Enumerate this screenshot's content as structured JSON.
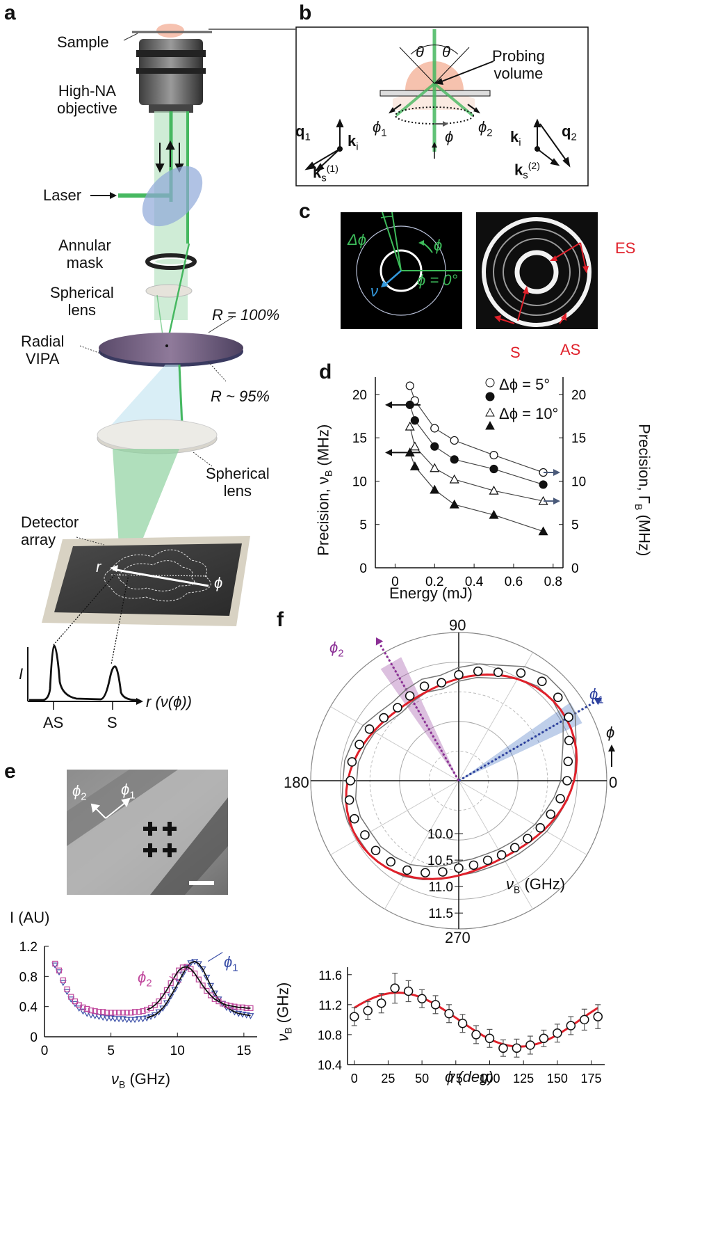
{
  "panels": {
    "a": {
      "letter": "a",
      "labels": {
        "sample": "Sample",
        "objective": "High-NA\nobjective",
        "laser": "Laser",
        "annular_mask": "Annular\nmask",
        "spherical_lens_1": "Spherical\nlens",
        "radial_vipa": "Radial\nVIPA",
        "r100": "R = 100%",
        "r95": "R ~ 95%",
        "spherical_lens_2": "Spherical\nlens",
        "detector_array": "Detector\narray",
        "r": "r",
        "phi": "ϕ",
        "intensity_axis": "I",
        "r_axis": "r (ν(ϕ))",
        "as_peak": "AS",
        "s_peak": "S"
      }
    },
    "b": {
      "letter": "b",
      "labels": {
        "theta_left": "θ",
        "theta_right": "θ",
        "probing_volume": "Probing\nvolume",
        "q1": "q",
        "q1_sub": "1",
        "ki_left": "k",
        "ki_left_sub": "i",
        "ks1": "k",
        "ks1_sub": "s",
        "ks1_sup": "(1)",
        "phi1": "ϕ",
        "phi1_sub": "1",
        "phi": "ϕ",
        "phi2": "ϕ",
        "phi2_sub": "2",
        "ki_right": "k",
        "ki_right_sub": "i",
        "q2": "q",
        "q2_sub": "2",
        "ks2": "k",
        "ks2_sub": "s",
        "ks2_sup": "(2)"
      }
    },
    "c": {
      "letter": "c",
      "labels": {
        "delta_phi": "Δϕ",
        "phi": "ϕ",
        "phi_zero": "ϕ = 0°",
        "nu": "ν",
        "es": "ES",
        "s": "S",
        "as": "AS"
      },
      "colors": {
        "green": "#3dbb5a",
        "blue": "#3399dd",
        "red": "#e0202a"
      }
    },
    "d": {
      "letter": "d",
      "labels": {
        "y_left": "Precision, ν",
        "y_left_sub": "B",
        "y_left_unit": " (MHz)",
        "y_right": "Precision, Γ",
        "y_right_sub": "B",
        "y_right_unit": " (MHz)",
        "x_axis": "Energy (mJ)",
        "legend_5": "Δϕ = 5°",
        "legend_10": "Δϕ = 10°"
      }
    },
    "e": {
      "letter": "e",
      "labels": {
        "phi2": "ϕ",
        "phi2_sub": "2",
        "phi1": "ϕ",
        "phi1_sub": "1",
        "y_axis": "I (AU)",
        "x_axis": "ν",
        "x_axis_sub": "B",
        "x_axis_unit": " (GHz)",
        "phi1_curve": "ϕ",
        "phi1_curve_sub": "1",
        "phi2_curve": "ϕ",
        "phi2_curve_sub": "2"
      },
      "colors": {
        "phi1": "#3b4fa8",
        "phi2": "#c0479c",
        "fit": "#111111"
      }
    },
    "f": {
      "letter": "f",
      "labels": {
        "angle_90": "90",
        "angle_180": "180",
        "angle_0": "0",
        "angle_270": "270",
        "phi1": "ϕ",
        "phi1_sub": "1",
        "phi2": "ϕ",
        "phi2_sub": "2",
        "phi_arrow": "ϕ",
        "radial_unit": "ν",
        "radial_unit_sub": "B",
        "radial_unit_text": " (GHz)",
        "bottom_y": "ν",
        "bottom_y_sub": "B",
        "bottom_y_unit": " (GHz)",
        "bottom_x": "ϕ (deg)"
      },
      "colors": {
        "fit": "#e0202a",
        "phi1": "#2b3f9e",
        "phi2": "#8b2f95"
      }
    }
  },
  "chart_data": [
    {
      "id": "d",
      "type": "line",
      "xlabel": "Energy (mJ)",
      "ylabel": "Precision, νB (MHz)",
      "ylabel_right": "Precision, ΓB (MHz)",
      "xlim": [
        -0.1,
        0.85
      ],
      "ylim": [
        0,
        22
      ],
      "x_ticks": [
        0,
        0.2,
        0.4,
        0.6,
        0.8
      ],
      "x_tick_labels": [
        "0",
        "0.2",
        "0.4",
        "0.6",
        "0.8"
      ],
      "y_ticks": [
        0,
        5,
        10,
        15,
        20
      ],
      "y_tick_labels": [
        "0",
        "5",
        "10",
        "15",
        "20"
      ],
      "series": [
        {
          "name": "Δϕ = 5°",
          "axis": "right",
          "marker": "circle-open",
          "x": [
            0.075,
            0.1,
            0.2,
            0.3,
            0.5,
            0.75
          ],
          "values": [
            21.0,
            19.3,
            16.1,
            14.7,
            13.0,
            11.0
          ]
        },
        {
          "name": "Δϕ = 5°",
          "axis": "left",
          "marker": "circle-filled",
          "x": [
            0.075,
            0.1,
            0.2,
            0.3,
            0.5,
            0.75
          ],
          "values": [
            18.8,
            17.0,
            14.0,
            12.5,
            11.4,
            9.6
          ]
        },
        {
          "name": "Δϕ = 10°",
          "axis": "right",
          "marker": "triangle-open",
          "x": [
            0.075,
            0.1,
            0.2,
            0.3,
            0.5,
            0.75
          ],
          "values": [
            16.3,
            14.0,
            11.5,
            10.2,
            8.9,
            7.7
          ]
        },
        {
          "name": "Δϕ = 10°",
          "axis": "left",
          "marker": "triangle-filled",
          "x": [
            0.075,
            0.1,
            0.2,
            0.3,
            0.5,
            0.75
          ],
          "values": [
            13.3,
            11.7,
            9.0,
            7.3,
            6.1,
            4.2
          ]
        }
      ],
      "legend": "top-right",
      "grid": false
    },
    {
      "id": "e",
      "type": "scatter",
      "xlabel": "νB (GHz)",
      "ylabel": "I (AU)",
      "xlim": [
        0,
        16
      ],
      "ylim": [
        0,
        1.2
      ],
      "x_ticks": [
        0,
        5,
        10,
        15
      ],
      "x_tick_labels": [
        "0",
        "5",
        "10",
        "15"
      ],
      "y_ticks": [
        0,
        0.4,
        0.8,
        1.2
      ],
      "y_tick_labels": [
        "0",
        "0.4",
        "0.8",
        "1.2"
      ],
      "series": [
        {
          "name": "ϕ1",
          "marker": "triangle-down-open",
          "color": "#3b4fa8",
          "x": [
            0.8,
            1.1,
            1.4,
            1.7,
            2.0,
            2.3,
            2.6,
            2.9,
            3.2,
            3.5,
            3.8,
            4.1,
            4.4,
            4.7,
            5.0,
            5.3,
            5.6,
            5.9,
            6.2,
            6.5,
            6.8,
            7.1,
            7.4,
            7.7,
            8.0,
            8.3,
            8.6,
            8.9,
            9.2,
            9.5,
            9.8,
            10.1,
            10.4,
            10.7,
            11.0,
            11.3,
            11.6,
            11.9,
            12.2,
            12.5,
            12.8,
            13.1,
            13.4,
            13.7,
            14.0,
            14.3,
            14.6,
            14.9,
            15.2,
            15.5
          ],
          "values": [
            0.95,
            0.86,
            0.72,
            0.6,
            0.5,
            0.44,
            0.38,
            0.34,
            0.31,
            0.29,
            0.28,
            0.27,
            0.26,
            0.25,
            0.25,
            0.24,
            0.24,
            0.24,
            0.23,
            0.23,
            0.23,
            0.24,
            0.24,
            0.25,
            0.27,
            0.29,
            0.33,
            0.38,
            0.45,
            0.54,
            0.63,
            0.73,
            0.83,
            0.92,
            0.98,
            1.0,
            0.97,
            0.9,
            0.79,
            0.68,
            0.58,
            0.5,
            0.44,
            0.39,
            0.36,
            0.33,
            0.31,
            0.3,
            0.29,
            0.28
          ]
        },
        {
          "name": "ϕ2",
          "marker": "square-open",
          "color": "#c0479c",
          "x": [
            0.8,
            1.1,
            1.4,
            1.7,
            2.0,
            2.3,
            2.6,
            2.9,
            3.2,
            3.5,
            3.8,
            4.1,
            4.4,
            4.7,
            5.0,
            5.3,
            5.6,
            5.9,
            6.2,
            6.5,
            6.8,
            7.1,
            7.4,
            7.7,
            8.0,
            8.3,
            8.6,
            8.9,
            9.2,
            9.5,
            9.8,
            10.1,
            10.4,
            10.7,
            11.0,
            11.3,
            11.6,
            11.9,
            12.2,
            12.5,
            12.8,
            13.1,
            13.4,
            13.7,
            14.0,
            14.3,
            14.6,
            14.9,
            15.2,
            15.5
          ],
          "values": [
            0.97,
            0.88,
            0.75,
            0.63,
            0.53,
            0.47,
            0.42,
            0.39,
            0.37,
            0.35,
            0.34,
            0.33,
            0.33,
            0.32,
            0.32,
            0.32,
            0.32,
            0.32,
            0.32,
            0.32,
            0.33,
            0.33,
            0.34,
            0.36,
            0.38,
            0.42,
            0.47,
            0.54,
            0.62,
            0.71,
            0.8,
            0.88,
            0.92,
            0.93,
            0.9,
            0.84,
            0.76,
            0.68,
            0.61,
            0.55,
            0.5,
            0.47,
            0.44,
            0.42,
            0.41,
            0.4,
            0.39,
            0.39,
            0.38,
            0.38
          ]
        }
      ],
      "grid": false
    },
    {
      "id": "f-polar",
      "type": "scatter",
      "projection": "polar",
      "radial_label": "νB (GHz)",
      "angle_ticks": [
        0,
        90,
        180,
        270
      ],
      "radial_ticks": [
        10.0,
        10.5,
        11.0,
        11.5
      ],
      "radial_tick_labels": [
        "10.0",
        "10.5",
        "11.0",
        "11.5"
      ],
      "series": [
        {
          "name": "data",
          "marker": "circle-open",
          "x": [
            0,
            10,
            20,
            30,
            40,
            50,
            60,
            70,
            80,
            90,
            100,
            110,
            120,
            130,
            140,
            150,
            160,
            170,
            180,
            190,
            200,
            210,
            220,
            230,
            240,
            250,
            260,
            270,
            280,
            290,
            300,
            310,
            320,
            330,
            340,
            350
          ],
          "values": [
            11.05,
            11.1,
            11.22,
            11.4,
            11.45,
            11.45,
            11.35,
            11.18,
            11.1,
            11.0,
            10.88,
            10.9,
            10.85,
            10.8,
            10.85,
            10.95,
            11.0,
            11.05,
            11.05,
            11.1,
            11.1,
            11.05,
            11.05,
            11.0,
            10.95,
            10.85,
            10.75,
            10.65,
            10.62,
            10.6,
            10.62,
            10.65,
            10.7,
            10.78,
            10.85,
            10.95
          ]
        }
      ],
      "phi1_deg": 30,
      "phi2_deg": 120
    },
    {
      "id": "f-linear",
      "type": "scatter",
      "xlabel": "ϕ (deg)",
      "ylabel": "νB (GHz)",
      "xlim": [
        -5,
        185
      ],
      "ylim": [
        10.4,
        11.7
      ],
      "x_ticks": [
        0,
        25,
        50,
        75,
        100,
        125,
        150,
        175
      ],
      "x_tick_labels": [
        "0",
        "25",
        "50",
        "75",
        "100",
        "125",
        "150",
        "175"
      ],
      "y_ticks": [
        10.4,
        10.8,
        11.2,
        11.6
      ],
      "y_tick_labels": [
        "10.4",
        "10.8",
        "11.2",
        "11.6"
      ],
      "series": [
        {
          "name": "data",
          "marker": "circle-open",
          "x": [
            0,
            10,
            20,
            30,
            40,
            50,
            60,
            70,
            80,
            90,
            100,
            110,
            120,
            130,
            140,
            150,
            160,
            170,
            180
          ],
          "values": [
            11.04,
            11.12,
            11.22,
            11.42,
            11.38,
            11.28,
            11.2,
            11.08,
            10.95,
            10.8,
            10.75,
            10.62,
            10.62,
            10.66,
            10.75,
            10.82,
            10.92,
            11.0,
            11.04
          ],
          "errors": [
            0.12,
            0.12,
            0.13,
            0.2,
            0.14,
            0.12,
            0.12,
            0.12,
            0.12,
            0.12,
            0.12,
            0.11,
            0.12,
            0.12,
            0.11,
            0.12,
            0.12,
            0.14,
            0.16
          ]
        }
      ],
      "grid": false
    }
  ]
}
